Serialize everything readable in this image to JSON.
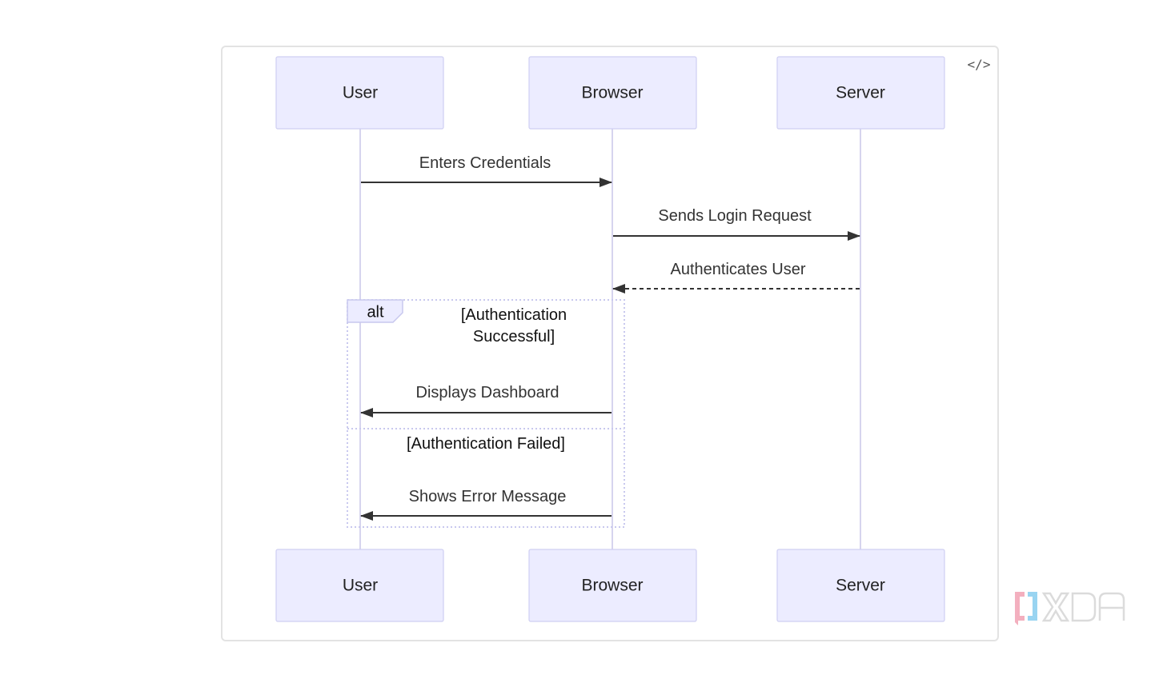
{
  "diagram": {
    "code_toggle_icon": "code-icon",
    "code_toggle_glyph": "</>",
    "actors": [
      {
        "id": "user",
        "label": "User"
      },
      {
        "id": "browser",
        "label": "Browser"
      },
      {
        "id": "server",
        "label": "Server"
      }
    ],
    "messages": [
      {
        "from": "user",
        "to": "browser",
        "label": "Enters Credentials",
        "style": "solid"
      },
      {
        "from": "browser",
        "to": "server",
        "label": "Sends Login Request",
        "style": "solid"
      },
      {
        "from": "server",
        "to": "browser",
        "label": "Authenticates User",
        "style": "dashed"
      },
      {
        "from": "browser",
        "to": "user",
        "label": "Displays Dashboard",
        "style": "solid"
      },
      {
        "from": "browser",
        "to": "user",
        "label": "Shows Error Message",
        "style": "solid"
      }
    ],
    "alt_block": {
      "tag": "alt",
      "condition_1_line_1": "[Authentication",
      "condition_1_line_2": "Successful]",
      "condition_2": "[Authentication Failed]"
    },
    "colors": {
      "actor_fill": "#ececff",
      "actor_stroke": "#cfcff2",
      "lifeline": "#d6d4ee",
      "arrow": "#333333"
    }
  },
  "watermark": {
    "label": "XDA",
    "icon": "xda-logo-icon"
  }
}
